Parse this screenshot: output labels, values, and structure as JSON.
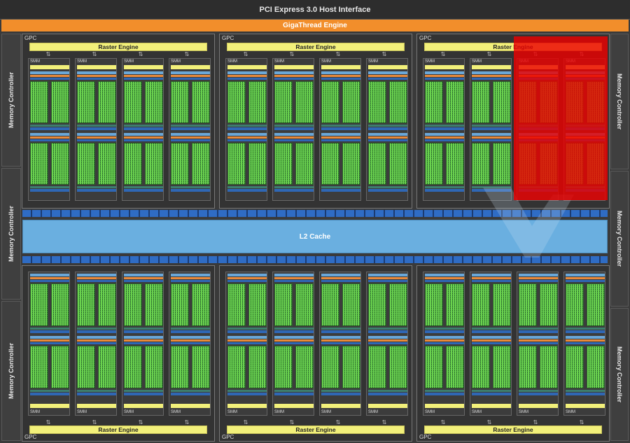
{
  "header": {
    "title": "PCI Express 3.0 Host Interface"
  },
  "giga": {
    "label": "GigaThread Engine"
  },
  "memory": {
    "label": "Memory Controller"
  },
  "l2": {
    "label": "L2 Cache"
  },
  "gpc": {
    "label": "GPC",
    "raster": "Raster Engine",
    "smm": "SMM",
    "count_top": 3,
    "count_bottom": 3,
    "smm_per_gpc": 4
  },
  "highlight": {
    "color": "#eb0000",
    "target": "disabled SMM pair in top-right GPC"
  },
  "colors": {
    "accent": "#f28e2b",
    "raster": "#f2f07a",
    "cache": "#6aafe0",
    "core": "#6bd24f"
  }
}
